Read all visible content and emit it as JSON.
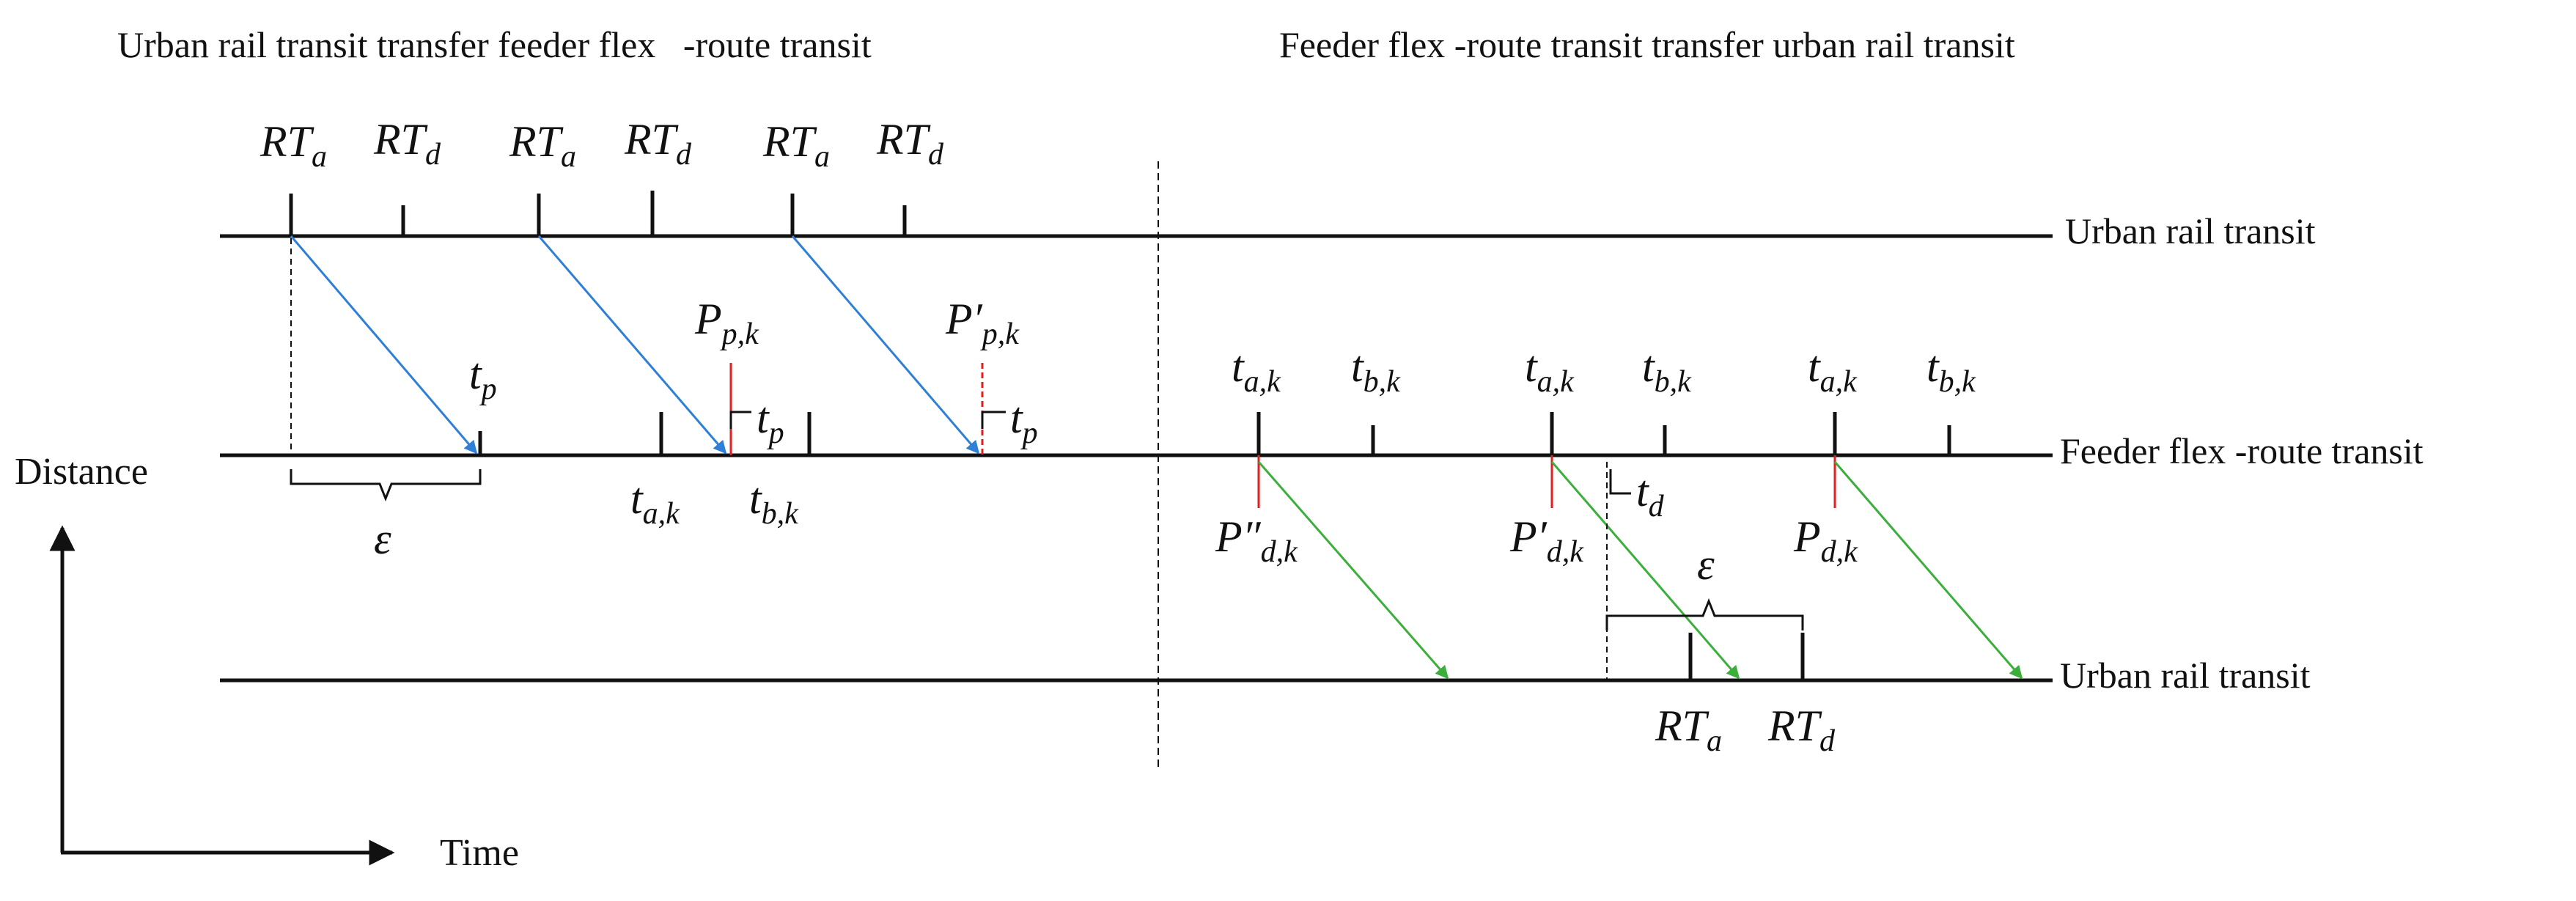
{
  "titles": {
    "left": "Urban rail transit transfer feeder flex   -route transit",
    "right": "Feeder flex -route transit transfer urban rail transit"
  },
  "lanes": {
    "top": "Urban rail transit",
    "middle": "Feeder flex -route transit",
    "bottom": "Urban rail transit"
  },
  "axes": {
    "y_label": "Distance",
    "x_label": "Time"
  },
  "symbols": {
    "RT": "RT",
    "a": "a",
    "d": "d",
    "t": "t",
    "P": "P",
    "p": "p",
    "ak": "a,k",
    "bk": "b,k",
    "pk": "p,k",
    "dk": "d,k",
    "prime": "′",
    "dprime": "″",
    "epsilon": "ε"
  },
  "colors": {
    "pickup_arrow": "#2f7fd6",
    "dropoff_arrow": "#3cae3c",
    "stop_marker": "#e02020",
    "line": "#111111"
  }
}
